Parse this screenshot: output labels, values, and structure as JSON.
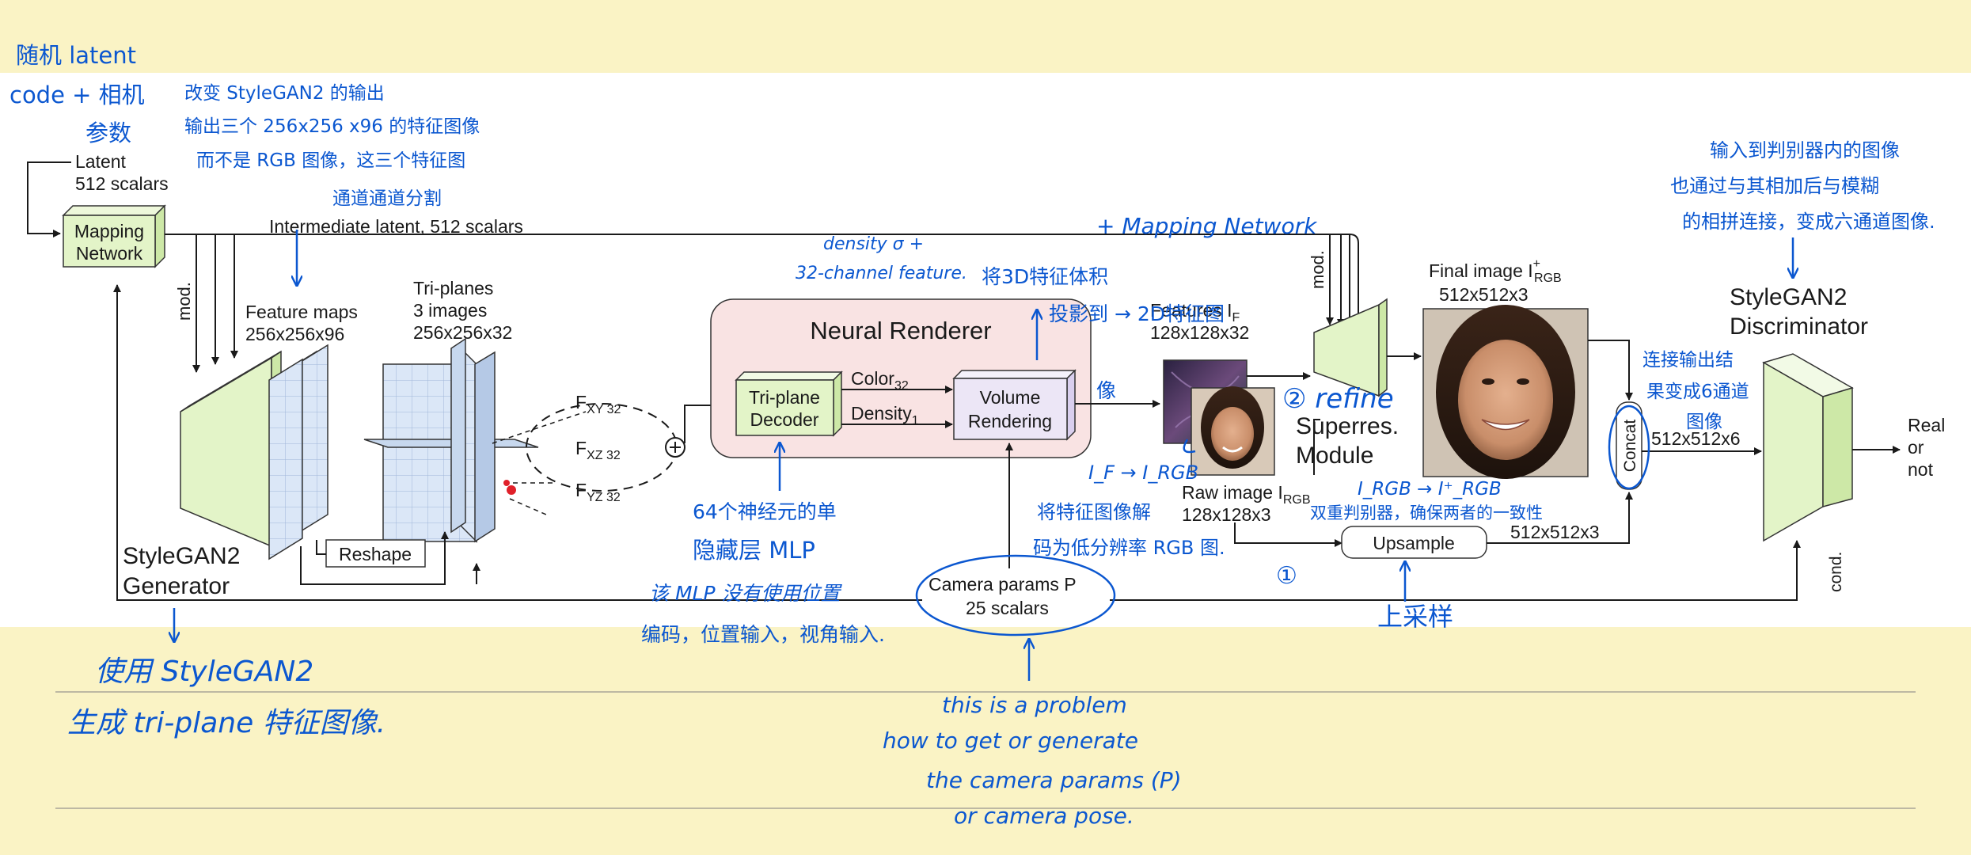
{
  "figure": {
    "latent": "Latent",
    "latent_size": "512 scalars",
    "mapping_network": [
      "Mapping",
      "Network"
    ],
    "intermediate_latent": "Intermediate latent, 512 scalars",
    "mod": "mod.",
    "feature_maps": "Feature maps",
    "feature_maps_size": "256x256x96",
    "triplanes": "Tri-planes",
    "triplanes_count": "3 images",
    "triplanes_size": "256x256x32",
    "stylegan2_generator": [
      "StyleGAN2",
      "Generator"
    ],
    "reshape": "Reshape",
    "fxy": "F",
    "fxy_sub": "XY 32",
    "fxz_sub": "XZ 32",
    "fyz_sub": "YZ 32",
    "neural_renderer": "Neural Renderer",
    "triplane_decoder": [
      "Tri-plane",
      "Decoder"
    ],
    "color": "Color",
    "color_sub": "32",
    "density": "Density",
    "density_sub": "1",
    "volume_rendering": [
      "Volume",
      "Rendering"
    ],
    "features": "Features I",
    "features_sub": "F",
    "features_size": "128x128x32",
    "raw_image": "Raw image I",
    "raw_image_sub": "RGB",
    "raw_image_size": "128x128x3",
    "superres": [
      "Superres.",
      "Module"
    ],
    "upsample": "Upsample",
    "upsample_size": "512x512x3",
    "final_image": "Final image I",
    "final_image_sup": "+",
    "final_image_sub": "RGB",
    "final_image_size": "512x512x3",
    "concat": "Concat",
    "concat_size": "512x512x6",
    "discriminator": [
      "StyleGAN2",
      "Discriminator"
    ],
    "output": [
      "Real",
      "or",
      "not"
    ],
    "cond": "cond.",
    "camera": "Camera params P",
    "camera_size": "25 scalars"
  },
  "notes": {
    "n1": [
      "随机 latent",
      "code + 相机",
      "参数"
    ],
    "n2": [
      "改变 StyleGAN2 的输出",
      "输出三个 256x256 x96 的特征图像",
      "而不是 RGB 图像，这三个特征图",
      "通道通道分割"
    ],
    "n3": [
      "density σ +",
      "32-channel feature."
    ],
    "n4": [
      "将3D特征体积"
    ],
    "n5": [
      "投影到 → 2D特征图",
      "像"
    ],
    "n6": "+ Mapping Network",
    "n7": [
      "输入到判别器内的图像",
      "也通过与其相加后与模糊",
      "的相拼连接，变成六通道图像."
    ],
    "n8": "② refine",
    "n9": [
      "连接输出结",
      "果变成6通道",
      "图像"
    ],
    "n10": "I_F → I_RGB",
    "n11": [
      "将特征图像解",
      "码为低分辨率 RGB 图."
    ],
    "n12": [
      "I_RGB → I⁺_RGB",
      "双重判别器，确保两者的一致性"
    ],
    "n13": "①",
    "n14": [
      "64个神经元的单",
      "隐藏层 MLP"
    ],
    "n15": [
      "该 MLP 没有使用位置",
      "编码，位置输入，视角输入."
    ],
    "n16": "上采样",
    "n17": [
      "使用 StyleGAN2",
      "生成 tri-plane 特征图像."
    ],
    "n18": [
      "this is a problem",
      "how to get or generate",
      "the camera params (P)",
      "or camera pose."
    ]
  },
  "colors": {
    "ink": "#0b57d0",
    "module_green": "#e3f4c8",
    "renderer_pink": "#f9e3e3",
    "grid_blue": "#dbe7f7",
    "volume_lilac": "#ece6f6"
  }
}
